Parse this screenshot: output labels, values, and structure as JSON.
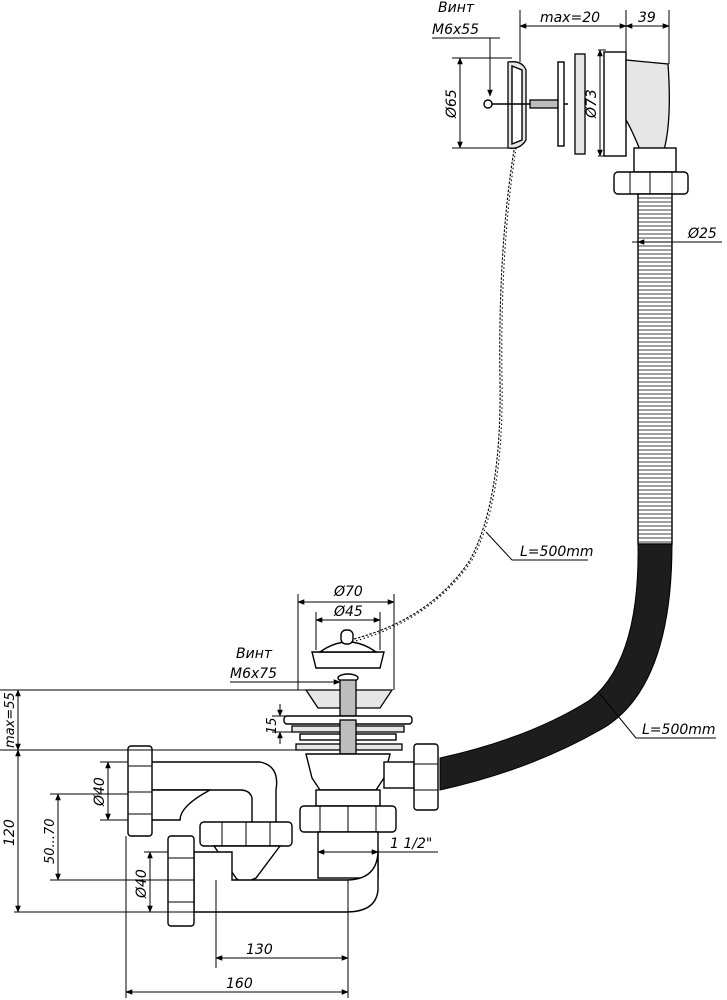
{
  "labels": {
    "screw_top_title": "Винт",
    "screw_top_size": "M6x55",
    "max20": "max=20",
    "d39": "39",
    "d65": "Ø65",
    "d73": "Ø73",
    "d25": "Ø25",
    "chain_length": "L=500mm",
    "d70": "Ø70",
    "d45": "Ø45",
    "screw_mid_title": "Винт",
    "screw_mid_size": "M6x75",
    "max55": "max=55",
    "d15": "15",
    "hose_length": "L=500mm",
    "d120": "120",
    "d40_upper": "Ø40",
    "range_50_70": "50...70",
    "d40_lower": "Ø40",
    "thread": "1 1/2\"",
    "d130": "130",
    "d160": "160"
  }
}
